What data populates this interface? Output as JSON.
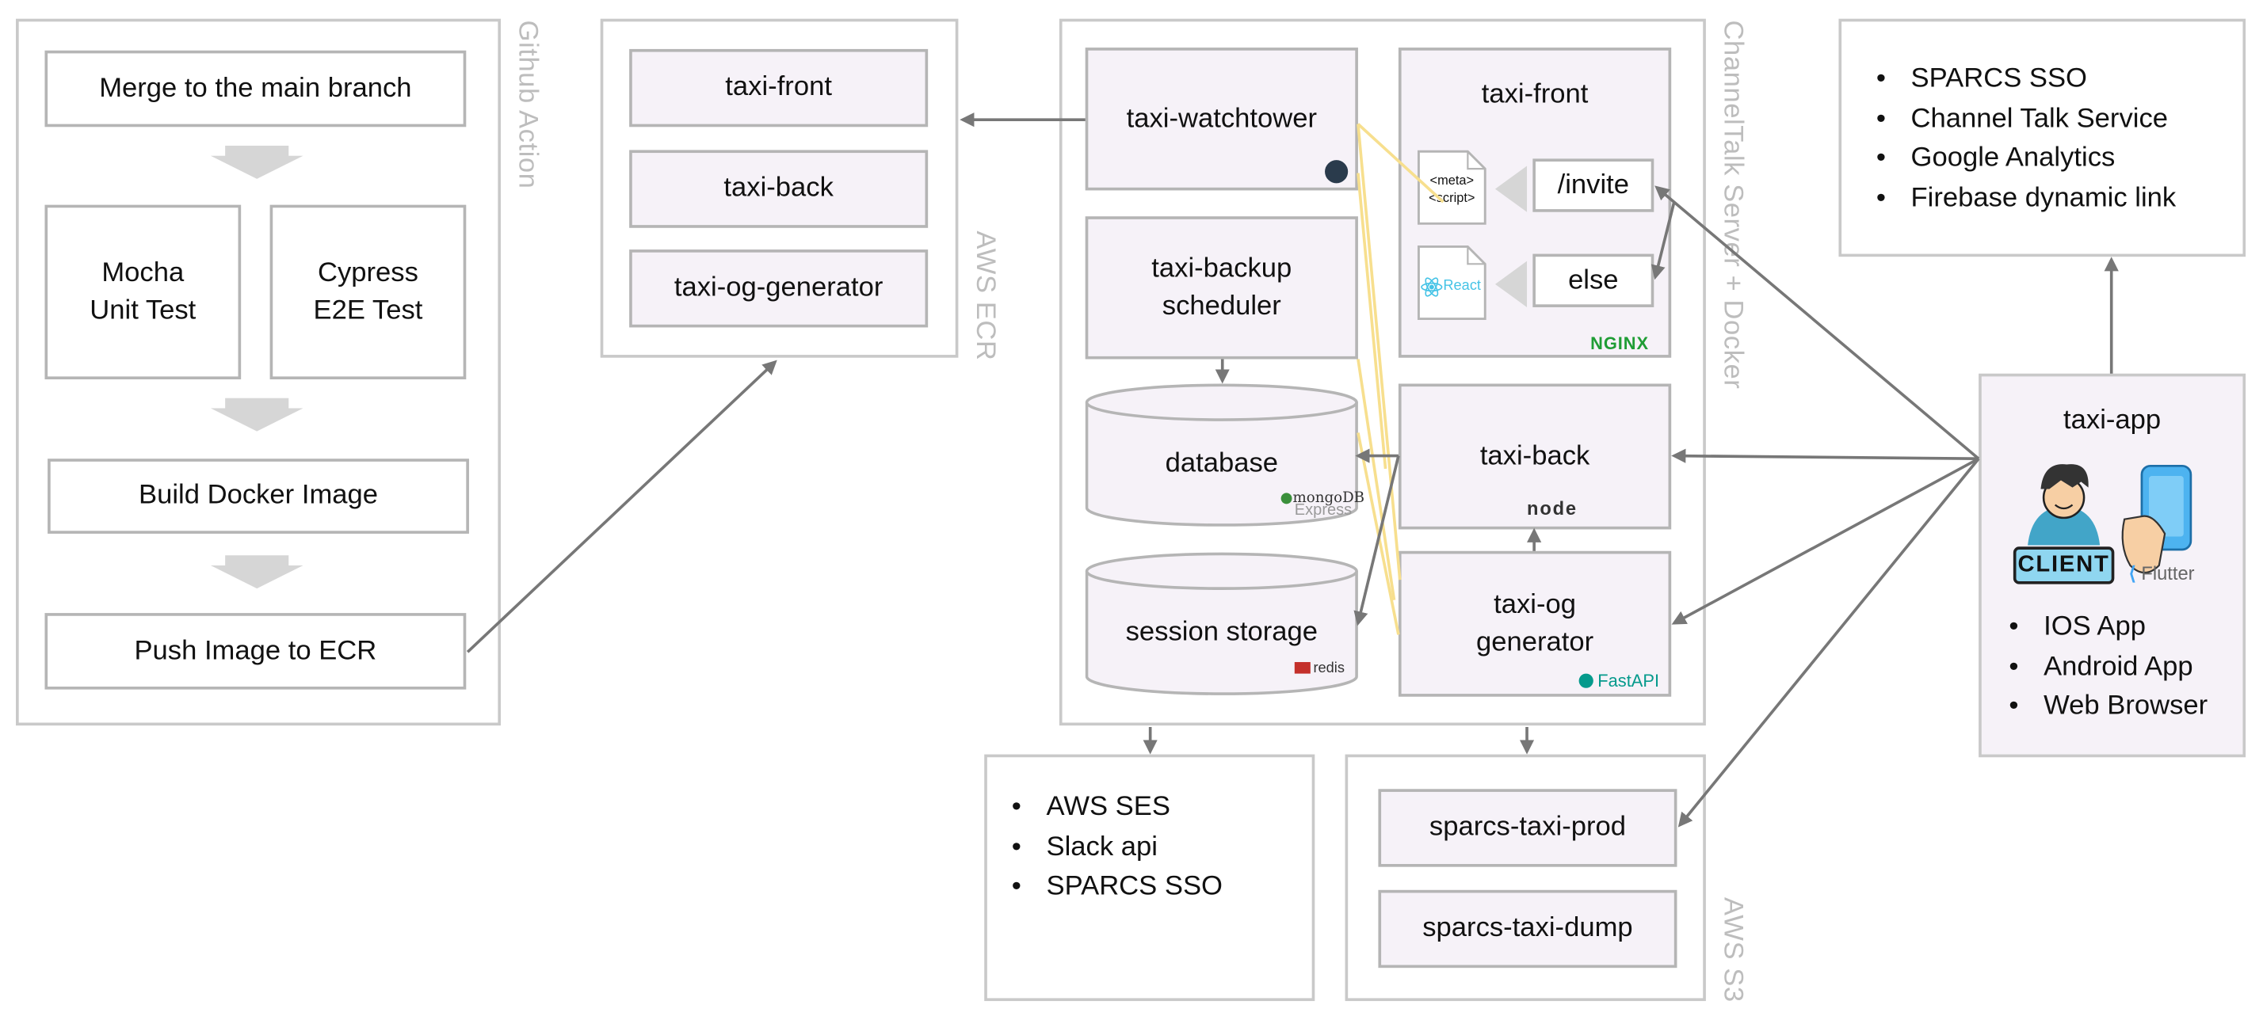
{
  "github": {
    "label": "Github Action",
    "merge": "Merge to the main branch",
    "mocha": "Mocha\nUnit Test",
    "cypress": "Cypress\nE2E Test",
    "build": "Build Docker Image",
    "push": "Push Image to ECR"
  },
  "ecr": {
    "label": "AWS ECR",
    "items": [
      "taxi-front",
      "taxi-back",
      "taxi-og-generator"
    ]
  },
  "server": {
    "label": "ChannelTalk Server + Docker",
    "watchtower": "taxi-watchtower",
    "backup": "taxi-backup\nscheduler",
    "database": "database",
    "session": "session storage",
    "front": {
      "title": "taxi-front",
      "invite": "/invite",
      "else": "else",
      "meta_doc": "<meta>\n<script>",
      "react_doc": "React",
      "nginx": "NGINX"
    },
    "back": "taxi-back",
    "og": "taxi-og\ngenerator",
    "logos": {
      "mongo": "mongoDB",
      "express": "Express",
      "redis": "redis",
      "node": "node",
      "fastapi": "FastAPI"
    }
  },
  "external": {
    "items": [
      "SPARCS SSO",
      "Channel Talk Service",
      "Google Analytics",
      "Firebase dynamic link"
    ]
  },
  "app": {
    "title": "taxi-app",
    "client_badge": "CLIENT",
    "flutter": "Flutter",
    "items": [
      "IOS App",
      "Android App",
      "Web Browser"
    ]
  },
  "services": {
    "items": [
      "AWS SES",
      "Slack api",
      "SPARCS SSO"
    ]
  },
  "s3": {
    "label": "AWS S3",
    "items": [
      "sparcs-taxi-prod",
      "sparcs-taxi-dump"
    ]
  },
  "colors": {
    "box_fill": "#f6f2f8",
    "border": "#b5b5b5",
    "frame": "#c9c9c9",
    "arrow": "#777777",
    "label": "#bdbdbd",
    "link_yellow": "#f7df8e",
    "nginx_green": "#1f9d35",
    "fastapi_teal": "#059a8c",
    "react_cyan": "#45c3e6",
    "redis_red": "#c4302b",
    "flutter_blue": "#42a5f5"
  }
}
